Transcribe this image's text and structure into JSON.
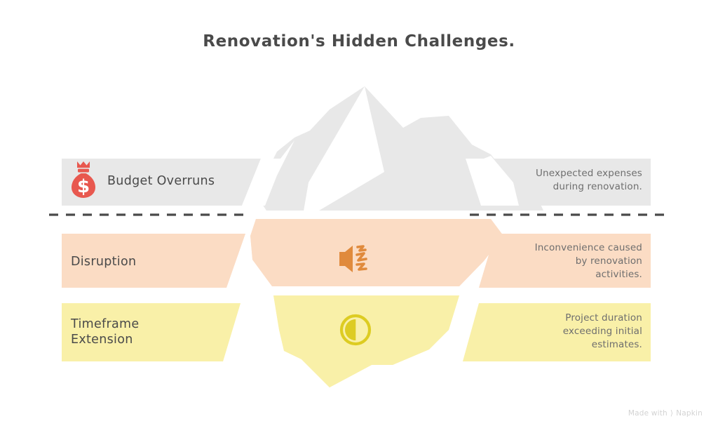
{
  "page": {
    "title": "Renovation's Hidden Challenges.",
    "background_color": "#ffffff",
    "title_color": "#4a4a4a"
  },
  "waterline": {
    "name": "waterline-divider",
    "style": "dashed",
    "color": "#4a4a4a"
  },
  "iceberg": {
    "tip_color": "#e8e8e8",
    "outline_color": "#ffffff",
    "underwater_colors": [
      "#fbdcc4",
      "#f9f0a8"
    ]
  },
  "bands": [
    {
      "id": "budget-overruns",
      "label": "Budget Overruns",
      "description": "Unexpected expenses\ndURING",
      "description_text": "Unexpected expenses\nduring renovation.",
      "band_color": "#e8e8e8",
      "icon": "money-bag-icon",
      "icon_color": "#e8584f",
      "position": "above-water"
    },
    {
      "id": "disruption",
      "label": "Disruption",
      "description_text": "Inconvenience caused\nby renovation\nactivities.",
      "band_color": "#fbdcc4",
      "icon": "speaker-noise-icon",
      "icon_color": "#e08a3c",
      "position": "below-water"
    },
    {
      "id": "timeframe-extension",
      "label": "Timeframe\nExtension",
      "description_text": "Project duration\nexceeding initial\nestimates.",
      "band_color": "#f9f0a8",
      "icon": "half-circle-icon",
      "icon_color": "#ddcc22",
      "position": "below-water"
    }
  ],
  "watermark": {
    "prefix": "Made with",
    "brand": "Napkin",
    "color": "#d3d3d3"
  }
}
